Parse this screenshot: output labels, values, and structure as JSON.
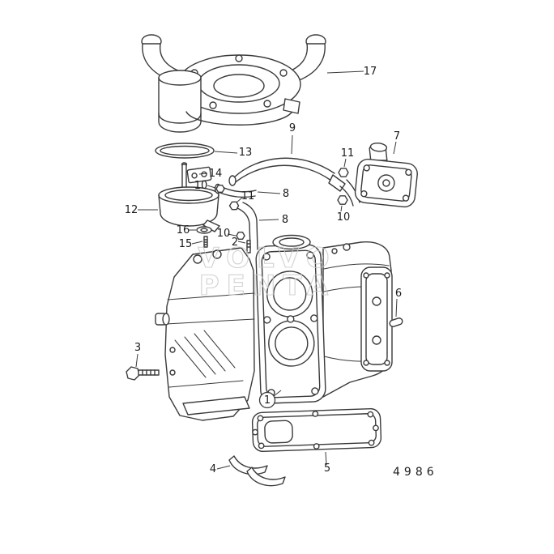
{
  "figure": {
    "number": "4986",
    "watermark_line1": "VOLVO",
    "watermark_line2": "PENTA"
  },
  "callouts": [
    {
      "part": "17",
      "label": "17"
    },
    {
      "part": "13",
      "label": "13"
    },
    {
      "part": "14",
      "label": "14"
    },
    {
      "part": "10",
      "label": "10"
    },
    {
      "part": "12",
      "label": "12"
    },
    {
      "part": "16",
      "label": "16"
    },
    {
      "part": "15",
      "label": "15"
    },
    {
      "part": "9",
      "label": "9"
    },
    {
      "part": "11",
      "label": "11"
    },
    {
      "part": "7",
      "label": "7"
    },
    {
      "part": "8",
      "label": "8"
    },
    {
      "part": "11",
      "label": "11"
    },
    {
      "part": "8",
      "label": "8"
    },
    {
      "part": "10",
      "label": "10"
    },
    {
      "part": "10",
      "label": "10"
    },
    {
      "part": "2",
      "label": "2"
    },
    {
      "part": "6",
      "label": "6"
    },
    {
      "part": "3",
      "label": "3"
    },
    {
      "part": "1",
      "label": "1"
    },
    {
      "part": "5",
      "label": "5"
    },
    {
      "part": "4",
      "label": "4"
    }
  ]
}
